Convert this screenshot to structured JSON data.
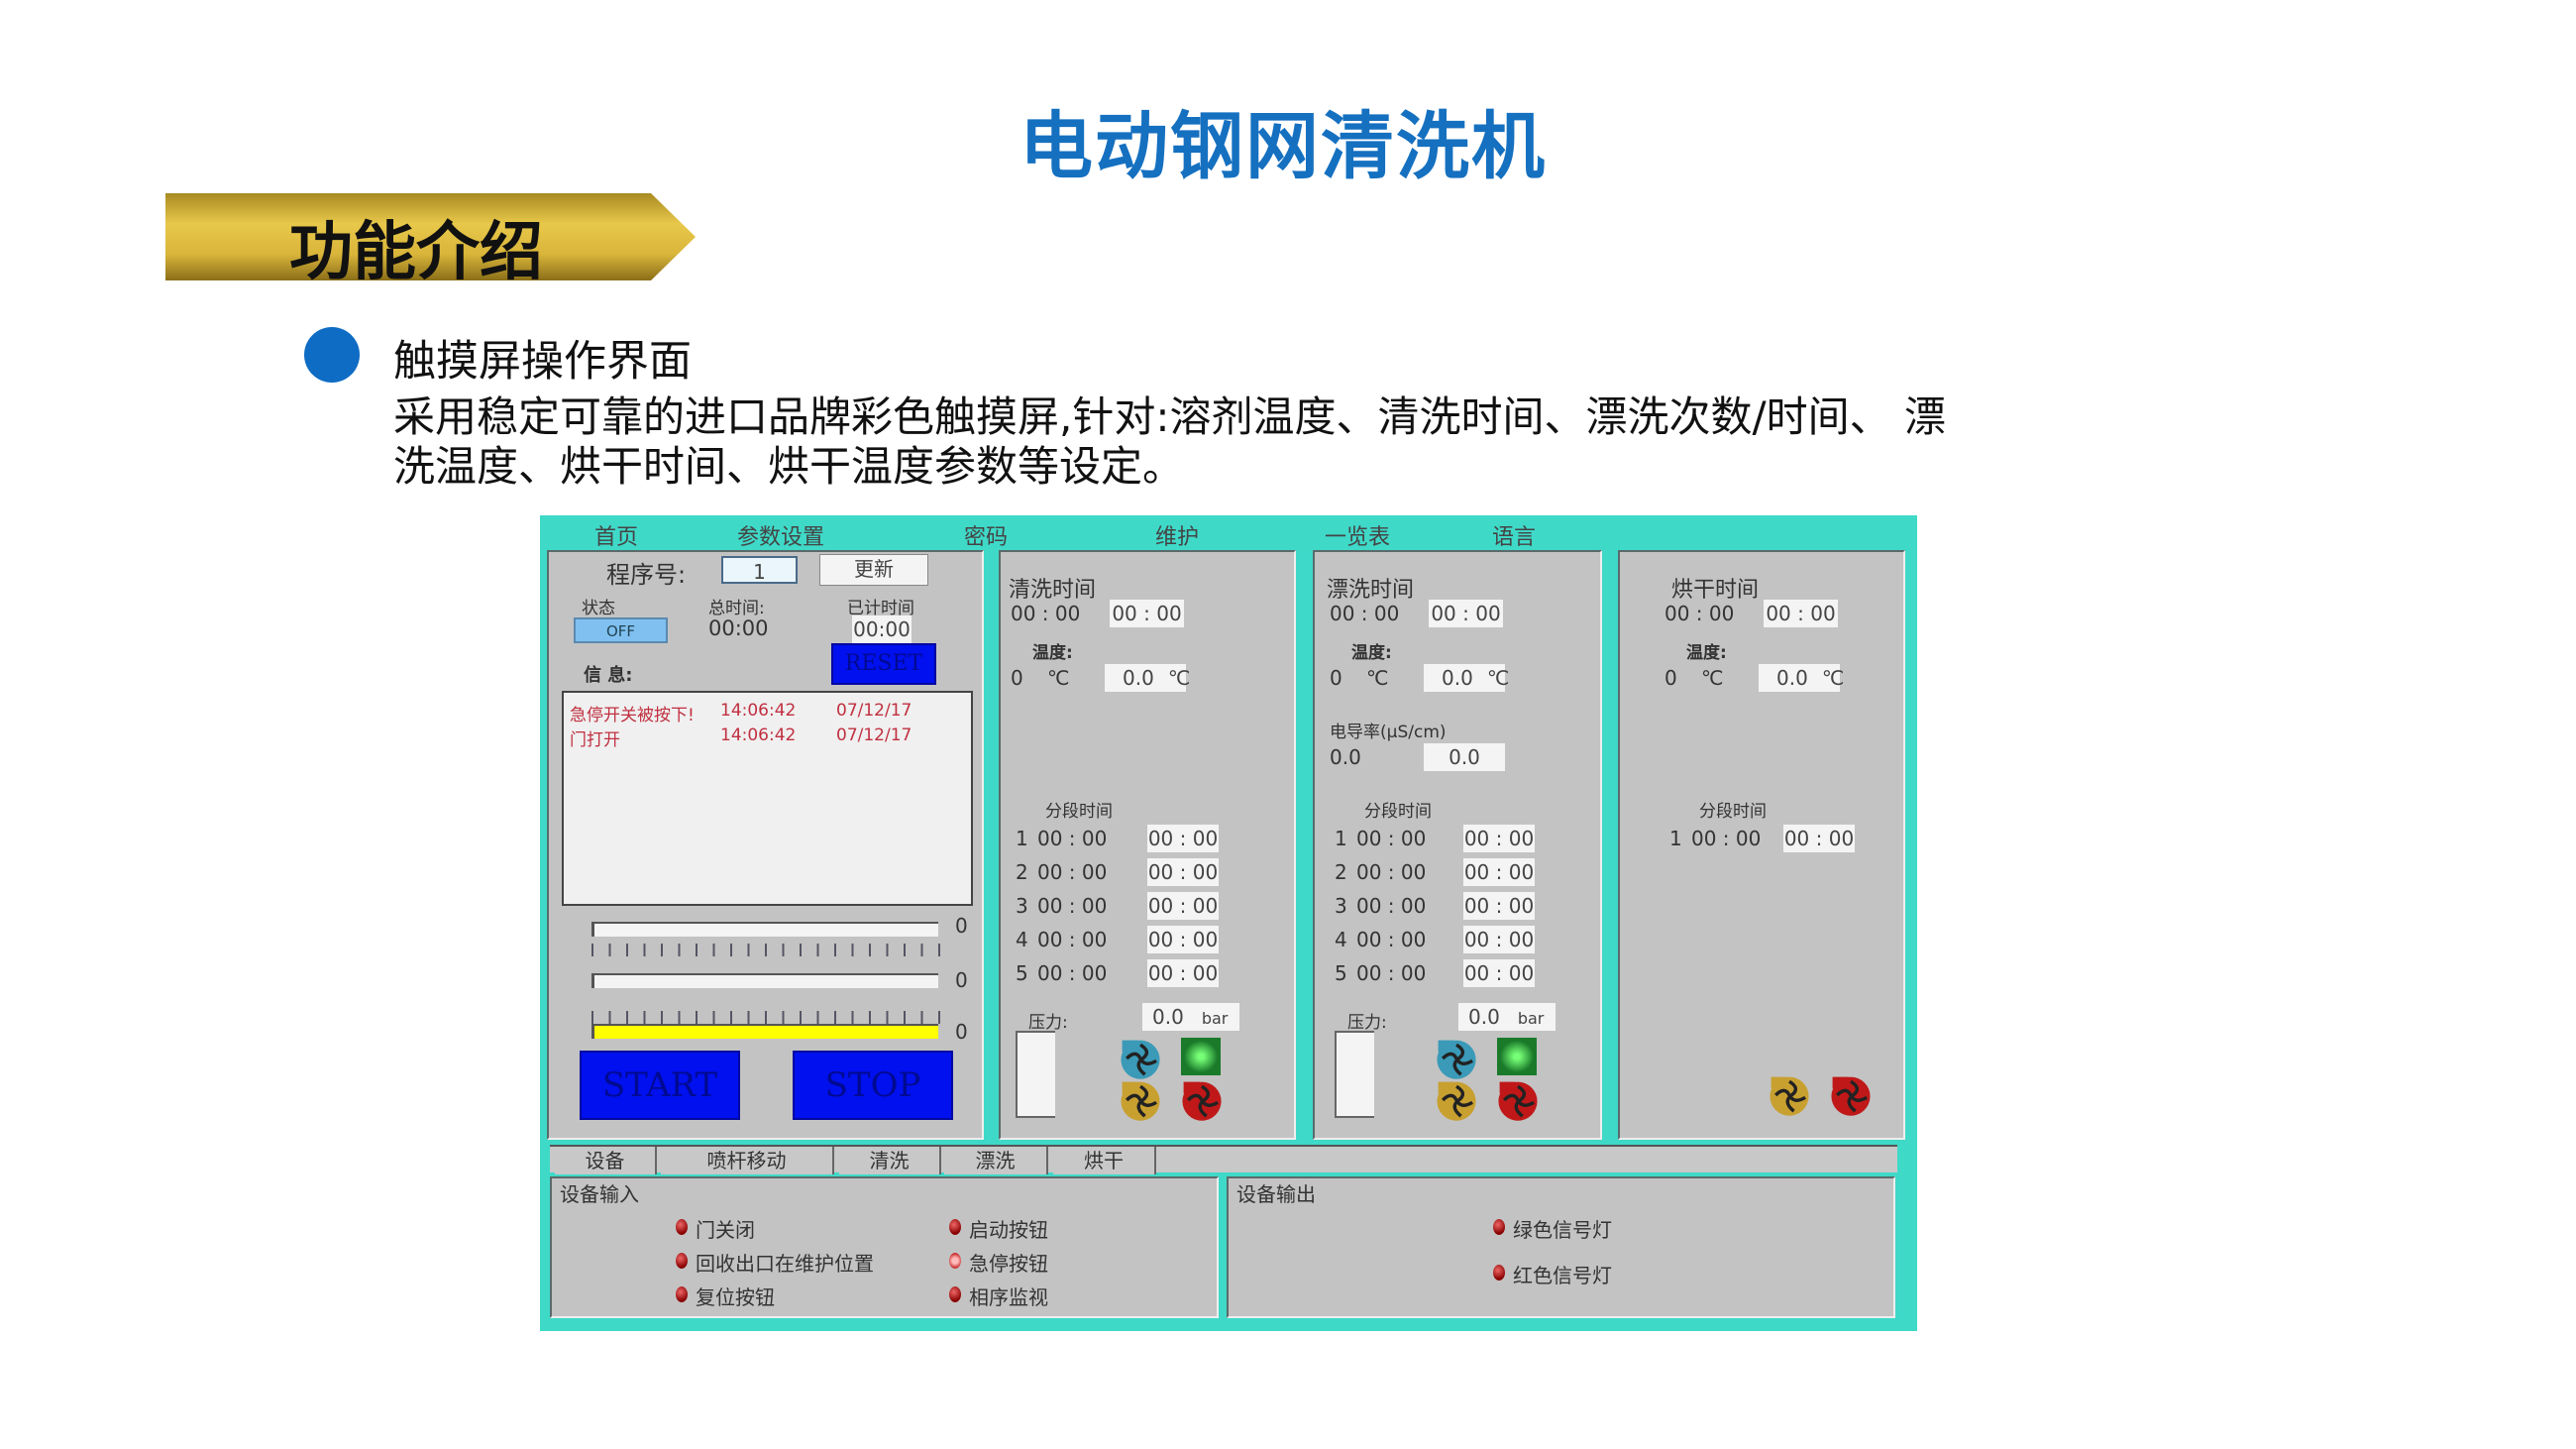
{
  "title": "电动钢网清洗机",
  "section_banner": "功能介绍",
  "bullet_heading": "触摸屏操作界面",
  "description_lines": [
    "采用稳定可靠的进口品牌彩色触摸屏,针对:溶剂温度、清洗时间、漂洗次数/时间、 漂",
    "洗温度、烘干时间、烘干温度参数等设定。"
  ],
  "colors": {
    "title": "#1570c0",
    "hmi_frame": "#3fd9c8",
    "panel": "#c3c3c3",
    "button_blue": "#0010ee",
    "progress_yellow": "#ffff00"
  },
  "hmi": {
    "nav": [
      "首页",
      "参数设置",
      "密码",
      "维护",
      "一览表",
      "语言"
    ],
    "main": {
      "program_label": "程序号:",
      "program_value": "1",
      "update_button": "更新",
      "status_label": "状态",
      "status_value": "OFF",
      "total_time_label": "总时间:",
      "total_time": "00:00",
      "elapsed_label": "已计时间",
      "elapsed": "00:00",
      "reset_button": "RESET",
      "info_label": "信 息:",
      "messages": [
        {
          "text": "急停开关被按下!",
          "time": "14:06:42",
          "date": "07/12/17"
        },
        {
          "text": "门打开",
          "time": "14:06:42",
          "date": "07/12/17"
        }
      ],
      "progress": [
        {
          "value": "0",
          "fraction": 0
        },
        {
          "value": "0",
          "fraction": 0
        },
        {
          "value": "0",
          "fraction": 1
        }
      ],
      "start_button": "START",
      "stop_button": "STOP"
    },
    "wash": {
      "title": "清洗时间",
      "time_actual": "00 : 00",
      "time_set": "00 : 00",
      "temp_label": "温度:",
      "temp_actual": "0",
      "temp_set": "0.0",
      "unit": "℃",
      "segment_label": "分段时间",
      "segments": [
        {
          "n": "1",
          "actual": "00 : 00",
          "set": "00 : 00"
        },
        {
          "n": "2",
          "actual": "00 : 00",
          "set": "00 : 00"
        },
        {
          "n": "3",
          "actual": "00 : 00",
          "set": "00 : 00"
        },
        {
          "n": "4",
          "actual": "00 : 00",
          "set": "00 : 00"
        },
        {
          "n": "5",
          "actual": "00 : 00",
          "set": "00 : 00"
        }
      ],
      "pressure_label": "压力:",
      "pressure": "0.0",
      "pressure_unit": "bar"
    },
    "rinse": {
      "title": "漂洗时间",
      "time_actual": "00 : 00",
      "time_set": "00 : 00",
      "temp_label": "温度:",
      "temp_actual": "0",
      "temp_set": "0.0",
      "unit": "℃",
      "conductivity_label": "电导率(μS/cm)",
      "conductivity_actual": "0.0",
      "conductivity_set": "0.0",
      "segment_label": "分段时间",
      "segments": [
        {
          "n": "1",
          "actual": "00 : 00",
          "set": "00 : 00"
        },
        {
          "n": "2",
          "actual": "00 : 00",
          "set": "00 : 00"
        },
        {
          "n": "3",
          "actual": "00 : 00",
          "set": "00 : 00"
        },
        {
          "n": "4",
          "actual": "00 : 00",
          "set": "00 : 00"
        },
        {
          "n": "5",
          "actual": "00 : 00",
          "set": "00 : 00"
        }
      ],
      "pressure_label": "压力:",
      "pressure": "0.0",
      "pressure_unit": "bar"
    },
    "dry": {
      "title": "烘干时间",
      "time_actual": "00 : 00",
      "time_set": "00 : 00",
      "temp_label": "温度:",
      "temp_actual": "0",
      "temp_set": "0.0",
      "unit": "℃",
      "segment_label": "分段时间",
      "segments": [
        {
          "n": "1",
          "actual": "00 : 00",
          "set": "00 : 00"
        }
      ]
    },
    "tabs": [
      "设备",
      "喷杆移动",
      "清洗",
      "漂洗",
      "烘干"
    ],
    "inputs": {
      "title": "设备输入",
      "items": [
        "门关闭",
        "回收出口在维护位置",
        "复位按钮",
        "启动按钮",
        "急停按钮",
        "相序监视"
      ]
    },
    "outputs": {
      "title": "设备输出",
      "items": [
        "绿色信号灯",
        "红色信号灯"
      ]
    }
  }
}
